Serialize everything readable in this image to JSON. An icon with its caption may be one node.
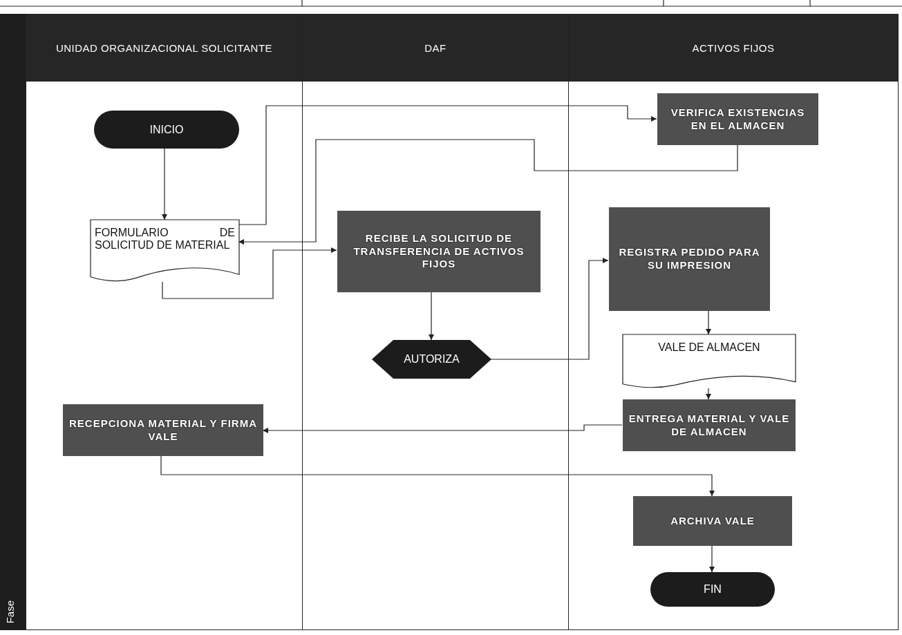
{
  "diagram": {
    "nodes": [
      {
        "text": [
          "UNIDAD ORGANIZACIONAL SOLICITANTE"
        ]
      },
      {
        "text": [
          "DAF"
        ]
      },
      {
        "text": [
          "ACTIVOS FIJOS"
        ]
      },
      {
        "text": [
          "INICIO"
        ],
        "in": 0
      },
      {
        "text": [
          "FORMULARIO DE SOLICITUD DE MATERIAL"
        ],
        "in": 0
      },
      {
        "text": [
          "VERIFICA EXISTENCIAS EN EL ALMACEN"
        ],
        "in": 2
      },
      {
        "text": [
          "RECIBE LA SOLICITUD DE TRANSFERENCIA DE ACTIVOS FIJOS"
        ],
        "in": 1
      },
      {
        "text": [
          "AUTORIZA"
        ],
        "in": 1
      },
      {
        "text": [
          "REGISTRA PEDIDO PARA SU IMPRESION"
        ],
        "in": 2
      },
      {
        "text": [
          "VALE DE ALMACEN"
        ],
        "in": 2
      },
      {
        "text": [
          "ENTREGA MATERIAL Y VALE DE ALMACEN"
        ],
        "in": 2
      },
      {
        "text": [
          "RECEPCIONA MATERIAL Y FIRMA VALE"
        ],
        "in": 0
      },
      {
        "text": [
          "ARCHIVA VALE"
        ],
        "in": 2
      },
      {
        "text": [
          "FIN"
        ],
        "in": 2
      }
    ],
    "edges": [
      {
        "from": 3,
        "to": 4,
        "arrow": "to"
      },
      {
        "from": 4,
        "to": 5,
        "arrow": "to"
      },
      {
        "from": 5,
        "to": 4,
        "arrow": "to"
      },
      {
        "from": 4,
        "to": 6,
        "arrow": "to"
      },
      {
        "from": 6,
        "to": 7,
        "arrow": "to"
      },
      {
        "from": 7,
        "to": 8,
        "arrow": "to"
      },
      {
        "from": 8,
        "to": 9,
        "arrow": "to"
      },
      {
        "from": 9,
        "to": 10,
        "arrow": "to"
      },
      {
        "from": 10,
        "to": 11,
        "arrow": "to"
      },
      {
        "from": 11,
        "to": 12,
        "arrow": "to"
      },
      {
        "from": 12,
        "to": 13,
        "arrow": "to"
      }
    ],
    "labels": [
      "Fase"
    ]
  }
}
